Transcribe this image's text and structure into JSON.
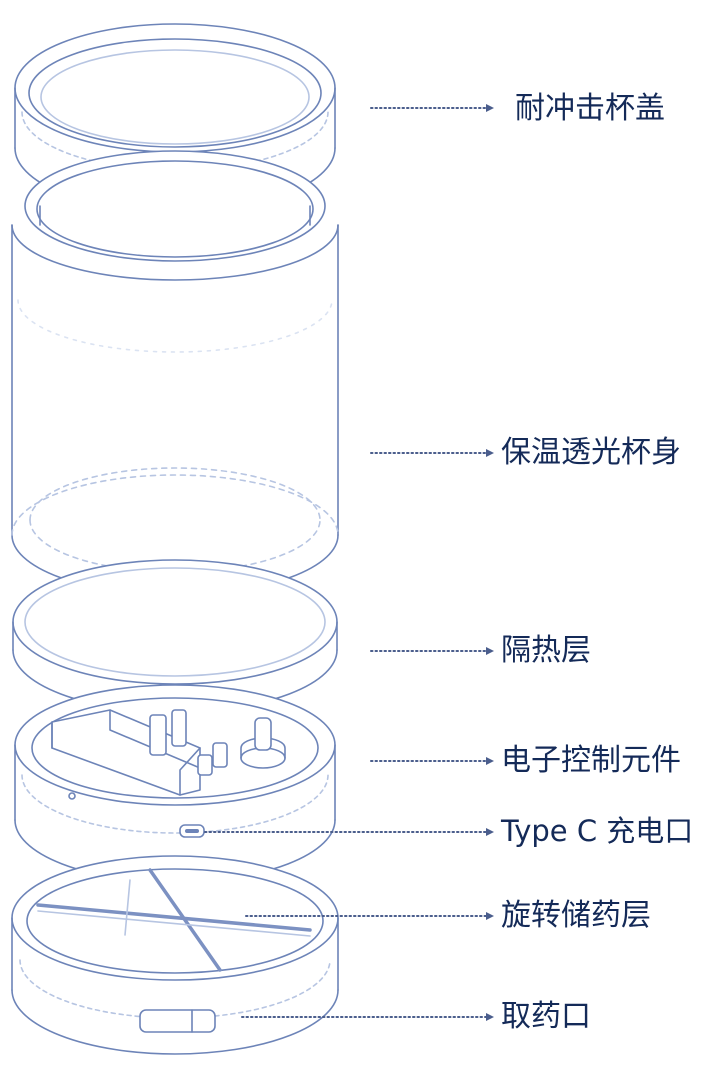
{
  "labels": {
    "lid": "耐冲击杯盖",
    "body": "保温透光杯身",
    "insulation": "隔热层",
    "electronics": "电子控制元件",
    "charging": "Type C 充电口",
    "storage": "旋转储药层",
    "outlet": "取药口"
  },
  "colors": {
    "line": "#6d84b8",
    "line_light": "#b7c5e2",
    "text": "#142a58",
    "leader": "#4a5d8c"
  }
}
